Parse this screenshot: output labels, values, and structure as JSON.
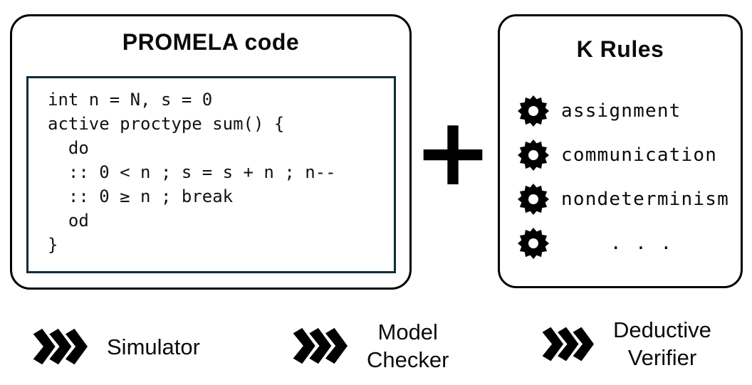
{
  "promela_box": {
    "title": "PROMELA code",
    "code_lines": [
      "int n = N, s = 0",
      "active proctype sum() {",
      "  do",
      "  :: 0 < n ; s = s + n ; n--",
      "  :: 0 ≥ n ; break",
      "  od",
      "}"
    ]
  },
  "plus_sign": "+",
  "krules_box": {
    "title": "K Rules",
    "rules": [
      {
        "icon": "gear-icon",
        "label": "assignment"
      },
      {
        "icon": "gear-icon",
        "label": "communication"
      },
      {
        "icon": "gear-icon",
        "label": "nondeterminism"
      },
      {
        "icon": "gear-icon",
        "label": ". . ."
      }
    ]
  },
  "tools": [
    {
      "icon": "triple-chevron-icon",
      "lines": [
        "Simulator"
      ]
    },
    {
      "icon": "triple-chevron-icon",
      "lines": [
        "Model",
        "Checker"
      ]
    },
    {
      "icon": "triple-chevron-icon",
      "lines": [
        "Deductive",
        "Verifier"
      ]
    }
  ],
  "colors": {
    "background": "#ffffff",
    "ink": "#000000",
    "code_box_border": "#0f2b3a"
  }
}
